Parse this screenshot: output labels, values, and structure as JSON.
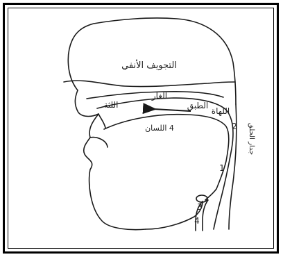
{
  "labels": {
    "nasal_cavity": "التجويف الأنفي",
    "velum": "اللهاة",
    "soft_palate": "الطبق",
    "hard_palate": "الغار",
    "gum_ridge": "اللثة",
    "tongue": "4 اللسان",
    "pharynx_wall": "جدار الحلق"
  },
  "numbers": {
    "n1": "1",
    "n2": "2",
    "n3": "3",
    "n4": "4"
  },
  "colors": {
    "ink": "#1a1a1a",
    "background": "#ffffff"
  }
}
